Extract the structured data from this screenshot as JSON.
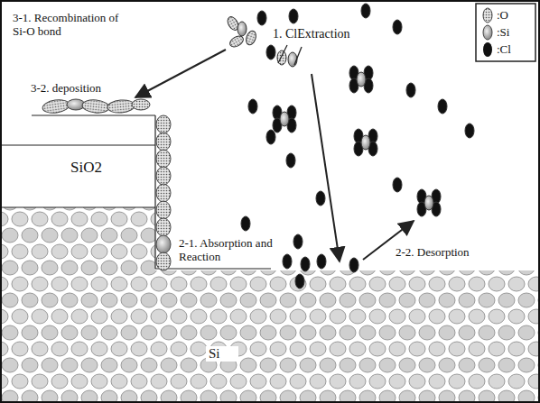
{
  "diagram": {
    "labels": [
      "1. ClExtraction",
      "3-1. Recombination of Si-O bond",
      "3-2. deposition",
      "SiO2",
      "2-1. Absorption and Reaction",
      "2-2. Desorption",
      "Si"
    ],
    "legend": [
      {
        "text": ":O"
      },
      {
        "text": ":Si"
      },
      {
        "text": ":Cl"
      }
    ]
  }
}
